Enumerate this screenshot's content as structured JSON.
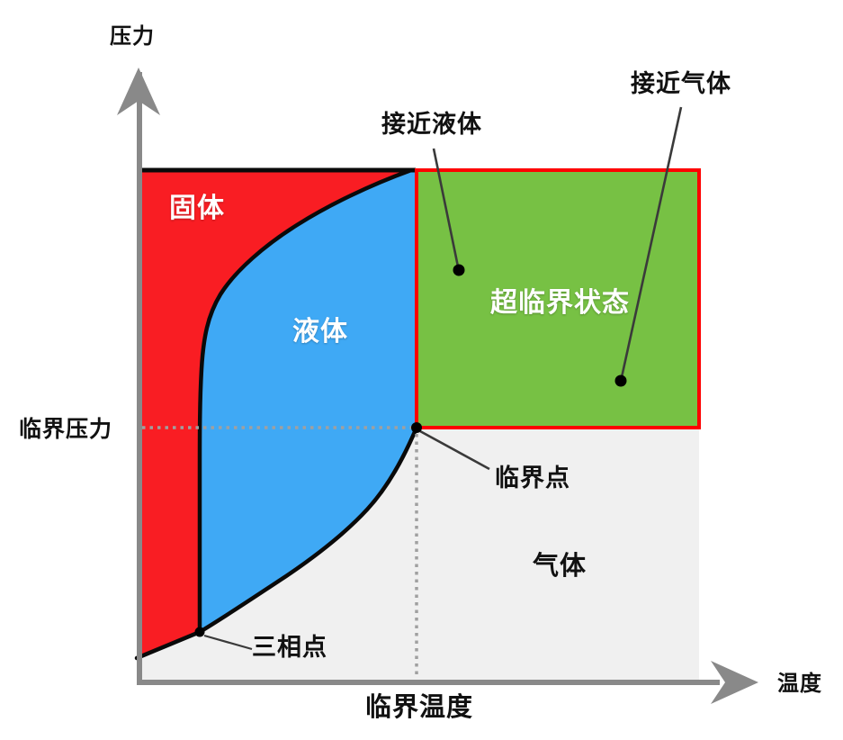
{
  "axis": {
    "pressure_label": "压力",
    "temperature_label": "温度"
  },
  "guides": {
    "critical_pressure_label": "临界压力",
    "critical_temperature_label": "临界温度"
  },
  "regions": {
    "solid_label": "固体",
    "liquid_label": "液体",
    "gas_label": "气体",
    "supercritical_label": "超临界状态"
  },
  "points": {
    "triple_point_label": "三相点",
    "critical_point_label": "临界点",
    "near_liquid_label": "接近液体",
    "near_gas_label": "接近气体"
  },
  "colors": {
    "solid": "#F91D23",
    "liquid": "#3FA9F5",
    "gas": "#F0F0F0",
    "supercritical": "#77C144",
    "supercritical_border": "#FE0000",
    "curve": "#0A0A0A",
    "axis": "#898989",
    "dotted": "#A0A0A0",
    "pointer": "#3A3A3A",
    "marker": "#000000"
  }
}
